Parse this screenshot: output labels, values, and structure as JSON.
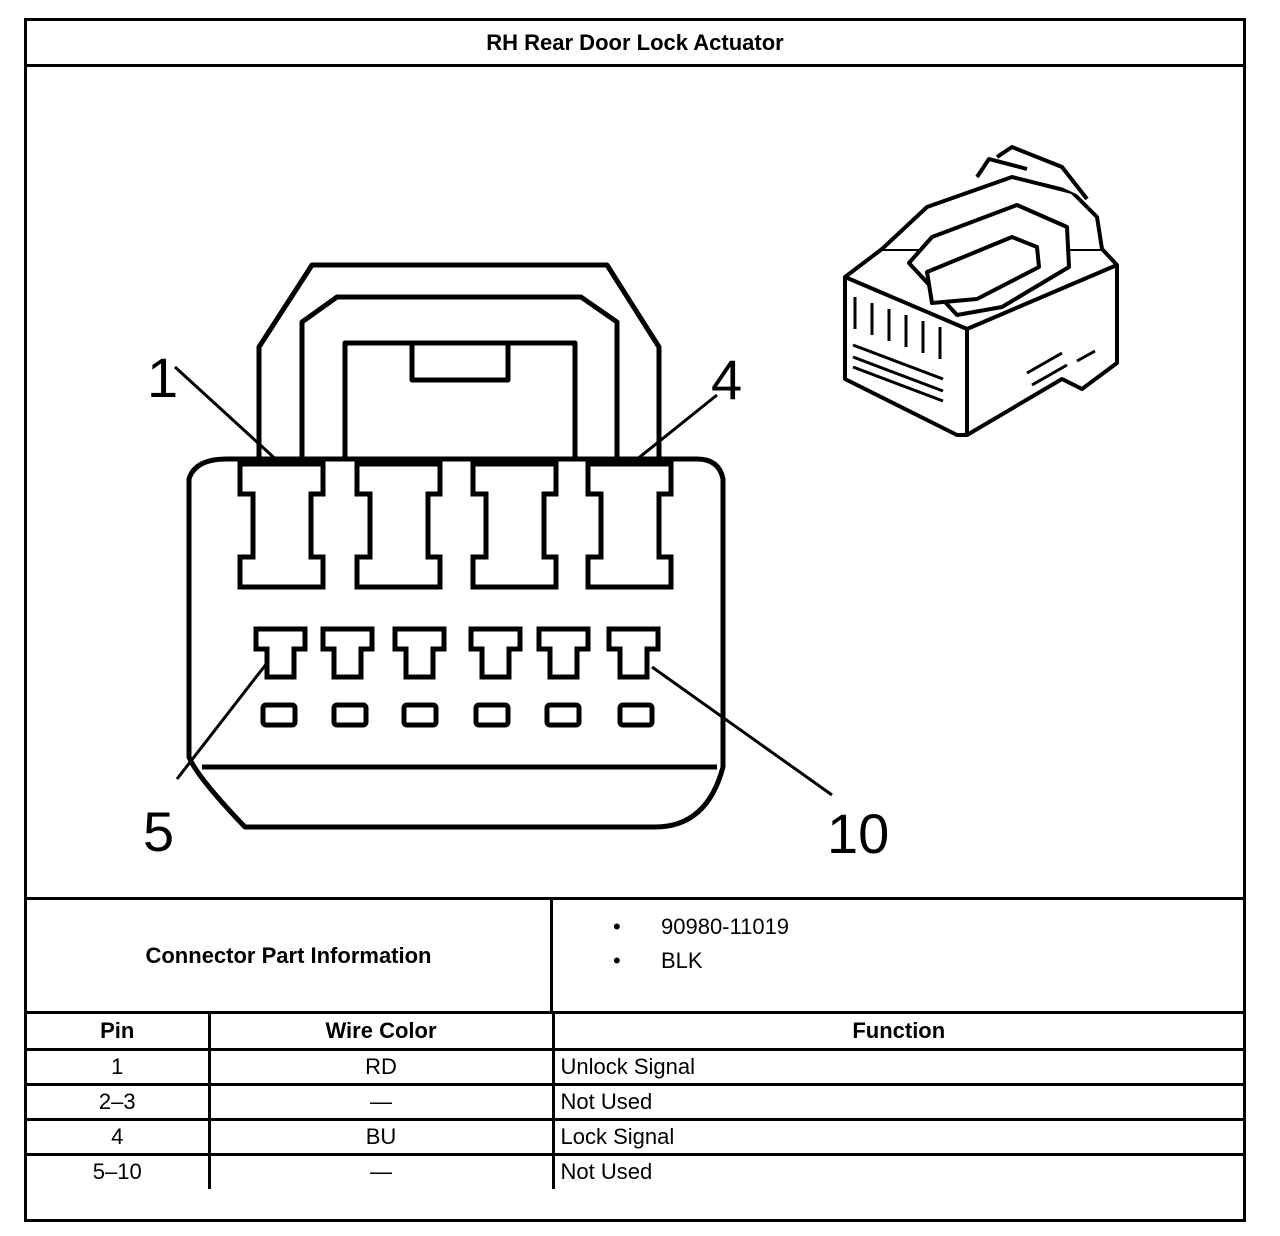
{
  "title": "RH Rear Door Lock Actuator",
  "connector_callouts": {
    "pin_1": "1",
    "pin_4": "4",
    "pin_5": "5",
    "pin_10": "10"
  },
  "connector_info": {
    "label": "Connector Part Information",
    "items": [
      "90980-11019",
      "BLK"
    ],
    "bullet": "•"
  },
  "pin_table": {
    "headers": {
      "pin": "Pin",
      "wire_color": "Wire Color",
      "function": "Function"
    },
    "rows": [
      {
        "pin": "1",
        "wire_color": "RD",
        "function": "Unlock Signal"
      },
      {
        "pin": "2–3",
        "wire_color": "—",
        "function": "Not Used"
      },
      {
        "pin": "4",
        "wire_color": "BU",
        "function": "Lock Signal"
      },
      {
        "pin": "5–10",
        "wire_color": "—",
        "function": "Not Used"
      }
    ]
  }
}
